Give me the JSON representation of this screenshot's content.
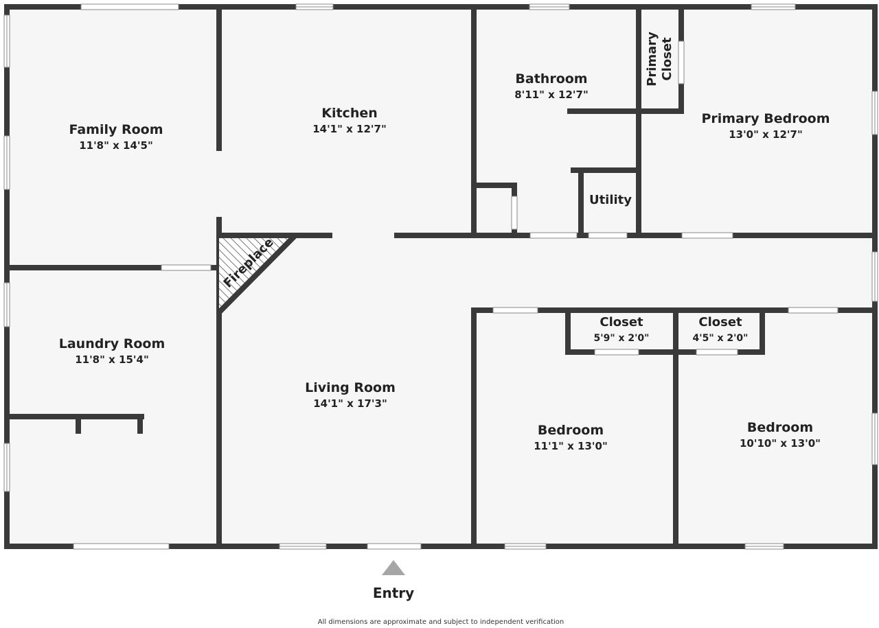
{
  "colors": {
    "wall": "#3a3a3a",
    "floor": "#f6f6f6",
    "window": "#ffffff",
    "entry_marker": "#a6a6a6",
    "text": "#222222"
  },
  "rooms": {
    "family_room": {
      "name": "Family Room",
      "dims": "11'8\" x 14'5\""
    },
    "kitchen": {
      "name": "Kitchen",
      "dims": "14'1\" x 12'7\""
    },
    "bathroom": {
      "name": "Bathroom",
      "dims": "8'11\" x 12'7\""
    },
    "primary_closet": {
      "name_line1": "Primary",
      "name_line2": "Closet"
    },
    "primary_bedroom": {
      "name": "Primary Bedroom",
      "dims": "13'0\" x 12'7\""
    },
    "utility": {
      "name": "Utility"
    },
    "fireplace": {
      "name": "Fireplace"
    },
    "laundry_room": {
      "name": "Laundry Room",
      "dims": "11'8\" x 15'4\""
    },
    "living_room": {
      "name": "Living Room",
      "dims": "14'1\" x 17'3\""
    },
    "closet_1": {
      "name": "Closet",
      "dims": "5'9\" x 2'0\""
    },
    "closet_2": {
      "name": "Closet",
      "dims": "4'5\" x 2'0\""
    },
    "bedroom_1": {
      "name": "Bedroom",
      "dims": "11'1\" x 13'0\""
    },
    "bedroom_2": {
      "name": "Bedroom",
      "dims": "10'10\" x 13'0\""
    }
  },
  "entry": {
    "label": "Entry"
  },
  "disclaimer": "All dimensions are approximate and subject to independent verification"
}
